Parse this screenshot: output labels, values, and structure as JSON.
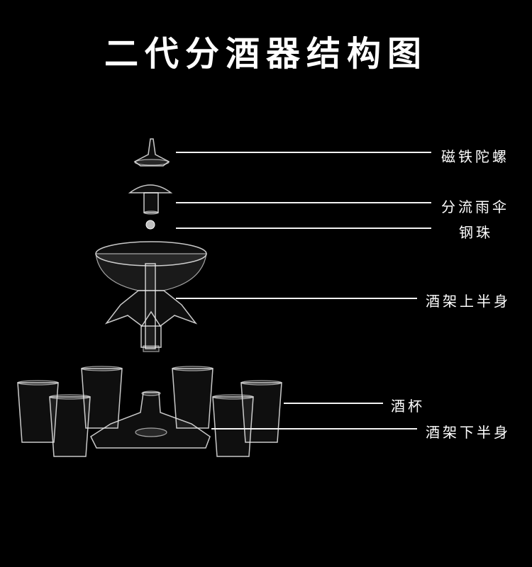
{
  "title": "二代分酒器结构图",
  "labels": {
    "magnetic_top": "磁铁陀螺",
    "umbrella": "分流雨伞",
    "steel_ball": "钢珠",
    "upper_body": "酒架上半身",
    "cup": "酒杯",
    "lower_body": "酒架下半身"
  }
}
